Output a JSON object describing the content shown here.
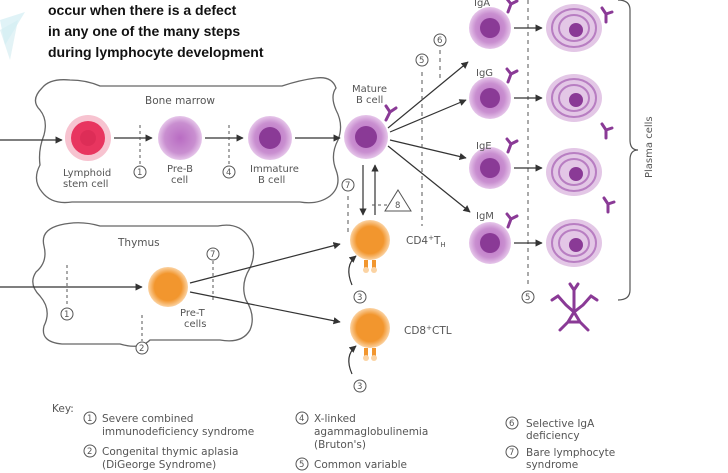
{
  "heading_lines": [
    "occur when there is a defect",
    "in any one of the many steps",
    "during lymphocyte development"
  ],
  "labels": {
    "bone_marrow": "Bone marrow",
    "thymus": "Thymus",
    "lymphoid_stem_cell": [
      "Lymphoid",
      "stem cell"
    ],
    "pre_b_cell": [
      "Pre-B",
      "cell"
    ],
    "immature_b_cell": [
      "Immature",
      "B cell"
    ],
    "mature_b_cell": [
      "Mature",
      "B cell"
    ],
    "pre_t_cells": [
      "Pre-T",
      "cells"
    ],
    "cd4_th": "CD4",
    "cd4_th_sup": "+",
    "cd4_th_tail": "T",
    "cd4_th_sub": "H",
    "cd8_ctl": "CD8",
    "cd8_ctl_sup": "+",
    "cd8_ctl_tail": "CTL",
    "plasma_cells": "Plasma cells",
    "iga": "IgA",
    "igg": "IgG",
    "ige": "IgE",
    "igm": "IgM",
    "key": "Key:"
  },
  "markers": [
    "1",
    "2",
    "3",
    "4",
    "5",
    "6",
    "7",
    "8"
  ],
  "key_items": [
    {
      "num": "1",
      "lines": [
        "Severe combined",
        "immunodeficiency syndrome"
      ]
    },
    {
      "num": "2",
      "lines": [
        "Congenital thymic aplasia",
        "(DiGeorge Syndrome)"
      ]
    },
    {
      "num": "4",
      "lines": [
        "X-linked",
        "agammaglobulinemia",
        "(Bruton's)"
      ]
    },
    {
      "num": "5",
      "lines": [
        "Common variable"
      ]
    },
    {
      "num": "6",
      "lines": [
        "Selective IgA",
        "deficiency"
      ]
    },
    {
      "num": "7",
      "lines": [
        "Bare lymphocyte",
        "syndrome"
      ]
    }
  ],
  "colors": {
    "stem_cell": "#e8355f",
    "b_cell": "#c98fd0",
    "b_cell_nucleus": "#8a3a96",
    "t_cell": "#f2962e",
    "t_cell_halo": "#fbd3a3",
    "antibody": "#8a3a96",
    "outline": "#555555"
  }
}
